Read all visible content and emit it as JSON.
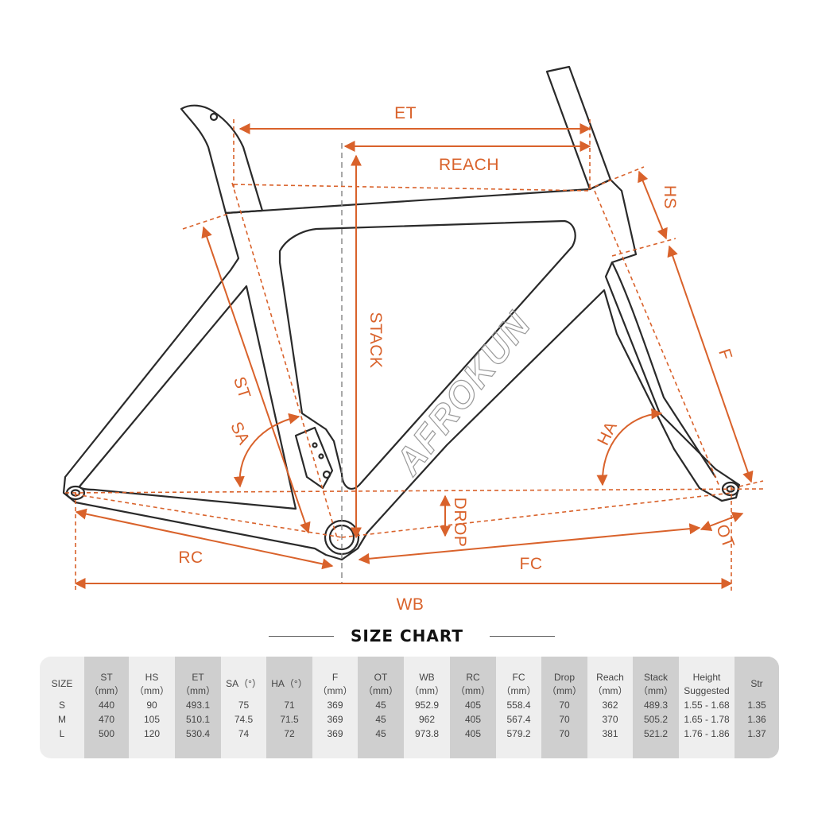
{
  "diagram": {
    "logo": "AFROKUN",
    "labels": {
      "et": "ET",
      "reach": "REACH",
      "stack": "STACK",
      "hs": "HS",
      "st": "ST",
      "sa": "SA",
      "f": "F",
      "ha": "HA",
      "drop": "DROP",
      "ot": "OT",
      "rc": "RC",
      "fc": "FC",
      "wb": "WB"
    }
  },
  "size_chart": {
    "title": "SIZE CHART",
    "columns": [
      {
        "key": "size",
        "header": "SIZE",
        "values": [
          "S",
          "M",
          "L"
        ]
      },
      {
        "key": "st",
        "header": "ST\n（mm）",
        "values": [
          "440",
          "470",
          "500"
        ]
      },
      {
        "key": "hs",
        "header": "HS\n（mm）",
        "values": [
          "90",
          "105",
          "120"
        ]
      },
      {
        "key": "et",
        "header": "ET\n（mm）",
        "values": [
          "493.1",
          "510.1",
          "530.4"
        ]
      },
      {
        "key": "sa",
        "header": "SA（°）",
        "values": [
          "75",
          "74.5",
          "74"
        ]
      },
      {
        "key": "ha",
        "header": "HA（°）",
        "values": [
          "71",
          "71.5",
          "72"
        ]
      },
      {
        "key": "f",
        "header": "F\n（mm）",
        "values": [
          "369",
          "369",
          "369"
        ]
      },
      {
        "key": "ot",
        "header": "OT\n（mm）",
        "values": [
          "45",
          "45",
          "45"
        ]
      },
      {
        "key": "wb",
        "header": "WB\n（mm）",
        "values": [
          "952.9",
          "962",
          "973.8"
        ]
      },
      {
        "key": "rc",
        "header": "RC\n（mm）",
        "values": [
          "405",
          "405",
          "405"
        ]
      },
      {
        "key": "fc",
        "header": "FC\n（mm）",
        "values": [
          "558.4",
          "567.4",
          "579.2"
        ]
      },
      {
        "key": "drop",
        "header": "Drop\n（mm）",
        "values": [
          "70",
          "70",
          "70"
        ]
      },
      {
        "key": "reach",
        "header": "Reach\n（mm）",
        "values": [
          "362",
          "370",
          "381"
        ]
      },
      {
        "key": "stack",
        "header": "Stack\n（mm）",
        "values": [
          "489.3",
          "505.2",
          "521.2"
        ]
      },
      {
        "key": "height",
        "header": "Height\nSuggested",
        "values": [
          "1.55 - 1.68",
          "1.65 - 1.78",
          "1.76 - 1.86"
        ]
      },
      {
        "key": "str",
        "header": "Str",
        "values": [
          "1.35",
          "1.36",
          "1.37"
        ]
      }
    ]
  },
  "colors": {
    "accent": "#d9622b",
    "frame_stroke": "#2a2a2a",
    "table_bg": "#eeeeee",
    "table_shade": "#cfcfcf"
  }
}
